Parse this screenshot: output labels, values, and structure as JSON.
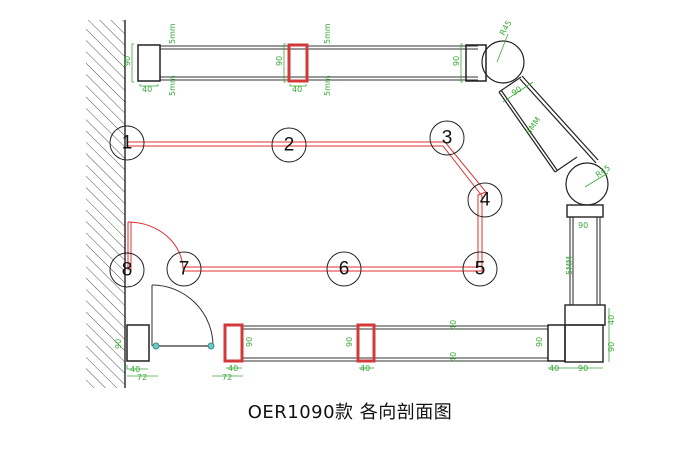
{
  "title": "OER1090款 各向剖面图",
  "colors": {
    "frame": "#222222",
    "profile_red": "#d23a3a",
    "dimension": "#3aaa3a",
    "path_red": "#e03030"
  },
  "dimensions": {
    "d90": "90",
    "d40": "40",
    "d72": "72",
    "glass": "5mm",
    "glass_upper": "5MM",
    "radius": "R45"
  },
  "markers": [
    "1",
    "2",
    "3",
    "4",
    "5",
    "6",
    "7",
    "8"
  ]
}
